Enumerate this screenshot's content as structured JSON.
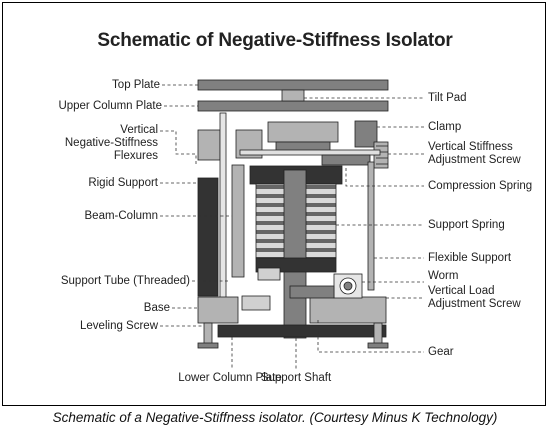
{
  "title": "Schematic of Negative-Stiffness Isolator",
  "caption": "Schematic of a Negative-Stiffness isolator. (Courtesy Minus K Technology)",
  "labels": {
    "top_plate": "Top Plate",
    "upper_column_plate": "Upper Column Plate",
    "vertical_ns_flexures_1": "Vertical",
    "vertical_ns_flexures_2": "Negative-Stiffness",
    "vertical_ns_flexures_3": "Flexures",
    "rigid_support": "Rigid Support",
    "beam_column": "Beam-Column",
    "support_tube": "Support Tube (Threaded)",
    "base": "Base",
    "leveling_screw": "Leveling Screw",
    "lower_column_plate": "Lower Column Plate",
    "support_shaft": "Support Shaft",
    "tilt_pad": "Tilt Pad",
    "clamp": "Clamp",
    "vs_adjust_1": "Vertical Stiffness",
    "vs_adjust_2": "Adjustment Screw",
    "compression_spring": "Compression Spring",
    "support_spring": "Support Spring",
    "flexible_support": "Flexible Support",
    "worm": "Worm",
    "vl_adjust_1": "Vertical Load",
    "vl_adjust_2": "Adjustment Screw",
    "gear": "Gear"
  },
  "colors": {
    "dark": "#333333",
    "mid": "#808080",
    "light": "#b3b3b3",
    "lighter": "#d0d0d0",
    "line": "#222222"
  }
}
